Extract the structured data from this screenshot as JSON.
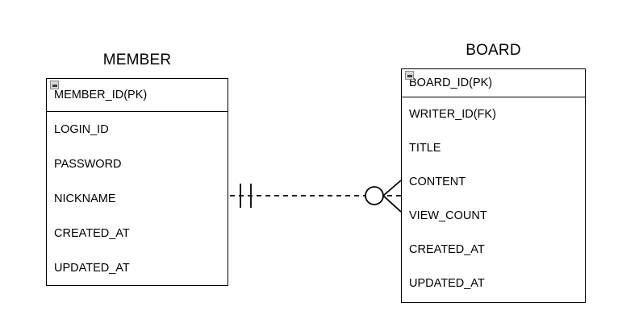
{
  "diagram": {
    "type": "entity-relationship-diagram",
    "notation": "crow's foot",
    "background_color": "#ffffff",
    "line_color": "#000000"
  },
  "entities": [
    {
      "name": "MEMBER",
      "title": "MEMBER",
      "collapse_icon": "collapse-minus-icon",
      "attributes": [
        {
          "label": "MEMBER_ID(PK)",
          "key": "PK"
        },
        {
          "label": "LOGIN_ID",
          "key": ""
        },
        {
          "label": "PASSWORD",
          "key": ""
        },
        {
          "label": "NICKNAME",
          "key": ""
        },
        {
          "label": "CREATED_AT",
          "key": ""
        },
        {
          "label": "UPDATED_AT",
          "key": ""
        }
      ]
    },
    {
      "name": "BOARD",
      "title": "BOARD",
      "collapse_icon": "collapse-minus-icon",
      "attributes": [
        {
          "label": "BOARD_ID(PK)",
          "key": "PK"
        },
        {
          "label": "WRITER_ID(FK)",
          "key": "FK"
        },
        {
          "label": "TITLE",
          "key": ""
        },
        {
          "label": "CONTENT",
          "key": ""
        },
        {
          "label": "VIEW_COUNT",
          "key": ""
        },
        {
          "label": "CREATED_AT",
          "key": ""
        },
        {
          "label": "UPDATED_AT",
          "key": ""
        }
      ]
    }
  ],
  "relationship": {
    "from": "MEMBER",
    "to": "BOARD",
    "line_style": "dashed",
    "from_cardinality": "one-and-only-one",
    "to_cardinality": "zero-or-many",
    "from_symbol": "double-bar",
    "to_symbol": "circle-crowsfoot"
  }
}
